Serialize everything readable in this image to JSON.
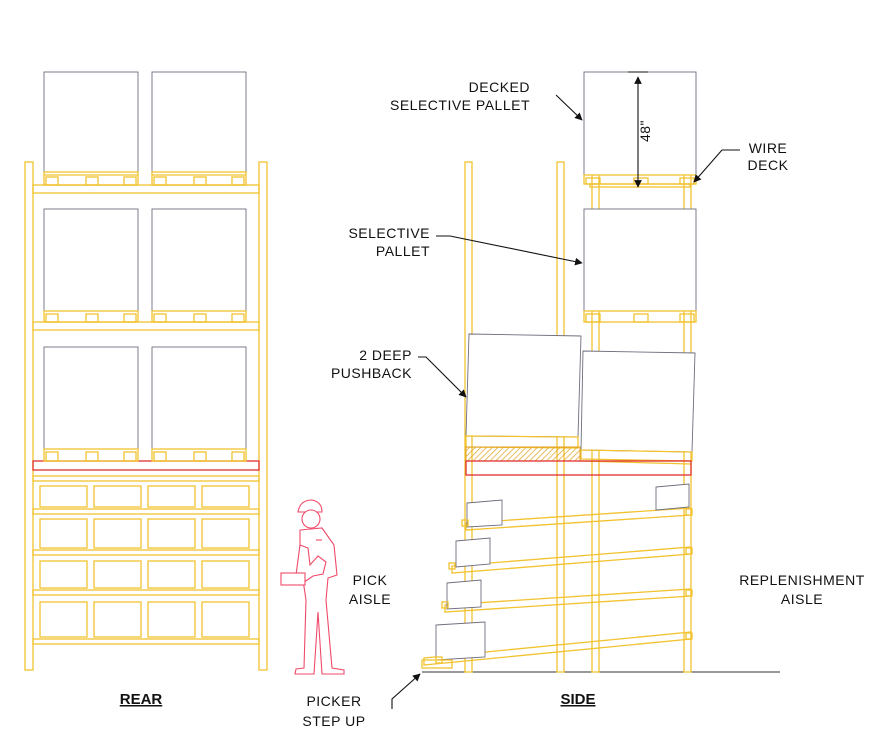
{
  "views": {
    "rear": "REAR",
    "side": "SIDE"
  },
  "callouts": {
    "decked_selective_pallet": [
      "DECKED",
      "SELECTIVE PALLET"
    ],
    "dimension_48": "48\"",
    "wire_deck": [
      "WIRE",
      "DECK"
    ],
    "selective_pallet": [
      "SELECTIVE",
      "PALLET"
    ],
    "two_deep_pushback": [
      "2 DEEP",
      "PUSHBACK"
    ],
    "pick_aisle": [
      "PICK",
      "AISLE"
    ],
    "replenishment_aisle": [
      "REPLENISHMENT",
      "AISLE"
    ],
    "picker_step_up": [
      "PICKER",
      "STEP UP"
    ]
  },
  "colors": {
    "rack": "#f2c230",
    "load": "#6e6e80",
    "beam_red": "#e03030",
    "person": "#f04a6a",
    "leader": "#111111"
  },
  "icons": [
    "person-figure",
    "arrow-leader"
  ]
}
